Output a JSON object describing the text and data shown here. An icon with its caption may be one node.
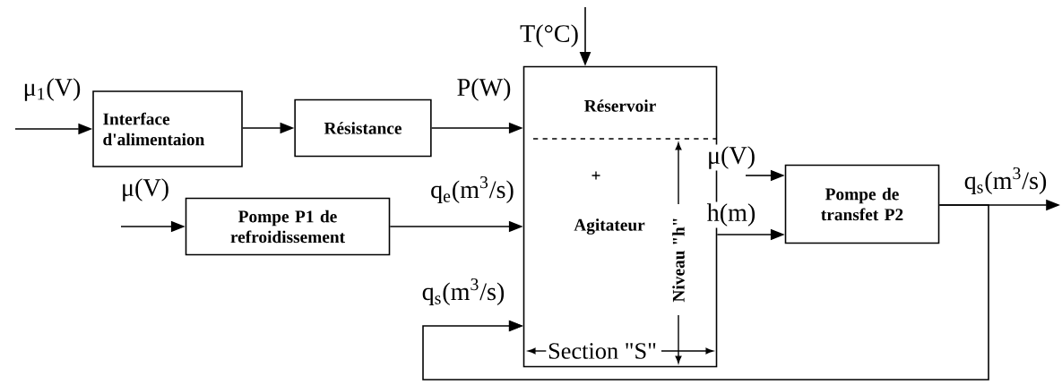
{
  "diagram": {
    "nodes": [
      {
        "text": [
          "Interface d'alimentaion"
        ]
      },
      {
        "text": [
          "Résistance"
        ]
      },
      {
        "text": [
          "Réservoir",
          "+",
          "Agitateur"
        ]
      },
      {
        "text": [
          "Pompe P1 de refroidissement"
        ]
      },
      {
        "text": [
          "Pompe de transfet P2"
        ]
      }
    ],
    "edges": [
      {
        "from": null,
        "to": 0,
        "arrow": "to",
        "label": "μ$_{1}$(V)"
      },
      {
        "from": 0,
        "to": 1,
        "arrow": "to"
      },
      {
        "from": 1,
        "to": 2,
        "arrow": "to",
        "label": "P(W)"
      },
      {
        "from": null,
        "to": 3,
        "arrow": "to",
        "label": "μ(V)"
      },
      {
        "from": 3,
        "to": 2,
        "arrow": "to",
        "label": "q$_{e}$(m$^{3}$/s)"
      },
      {
        "from": null,
        "to": 2,
        "arrow": "to",
        "label": "T(°C)"
      },
      {
        "from": 2,
        "to": 4,
        "arrow": "to",
        "label": "h(m)"
      },
      {
        "from": null,
        "to": 4,
        "arrow": "to",
        "label": "μ(V)"
      },
      {
        "from": 4,
        "to": null,
        "arrow": "to",
        "label": "q$_{s}$(m$^{3}$/s)"
      },
      {
        "from": 4,
        "to": 2,
        "arrow": "to",
        "label": "q$_{s}$(m$^{3}$/s)"
      }
    ],
    "labels": [
      "Niveau \"h\"",
      "Section \"S\""
    ]
  }
}
